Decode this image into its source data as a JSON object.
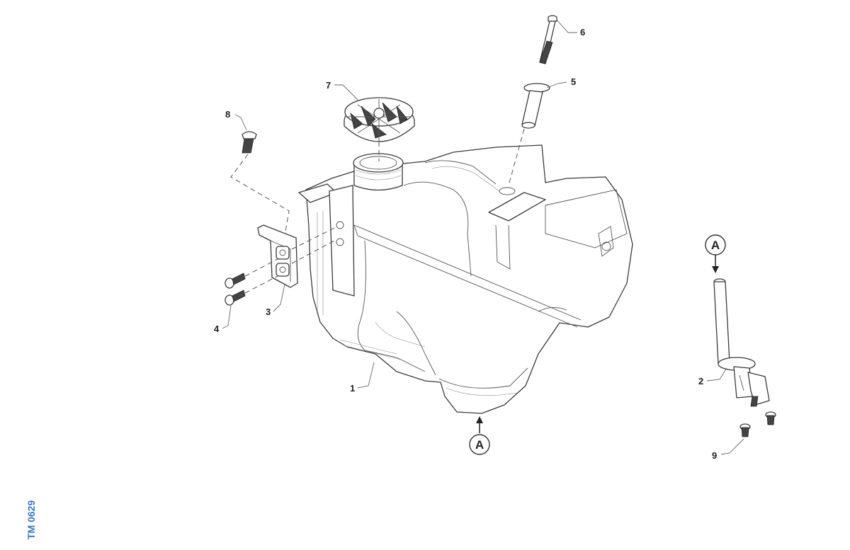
{
  "callouts": {
    "c1": "1",
    "c2": "2",
    "c3": "3",
    "c4": "4",
    "c5": "5",
    "c6": "6",
    "c7": "7",
    "c8": "8",
    "c9": "9"
  },
  "view_markers": {
    "main": "A",
    "detail": "A"
  },
  "drawing_ref": "TM 0629",
  "colors": {
    "line": "#3a3a3a",
    "drawing_ref": "#3a78c9"
  }
}
